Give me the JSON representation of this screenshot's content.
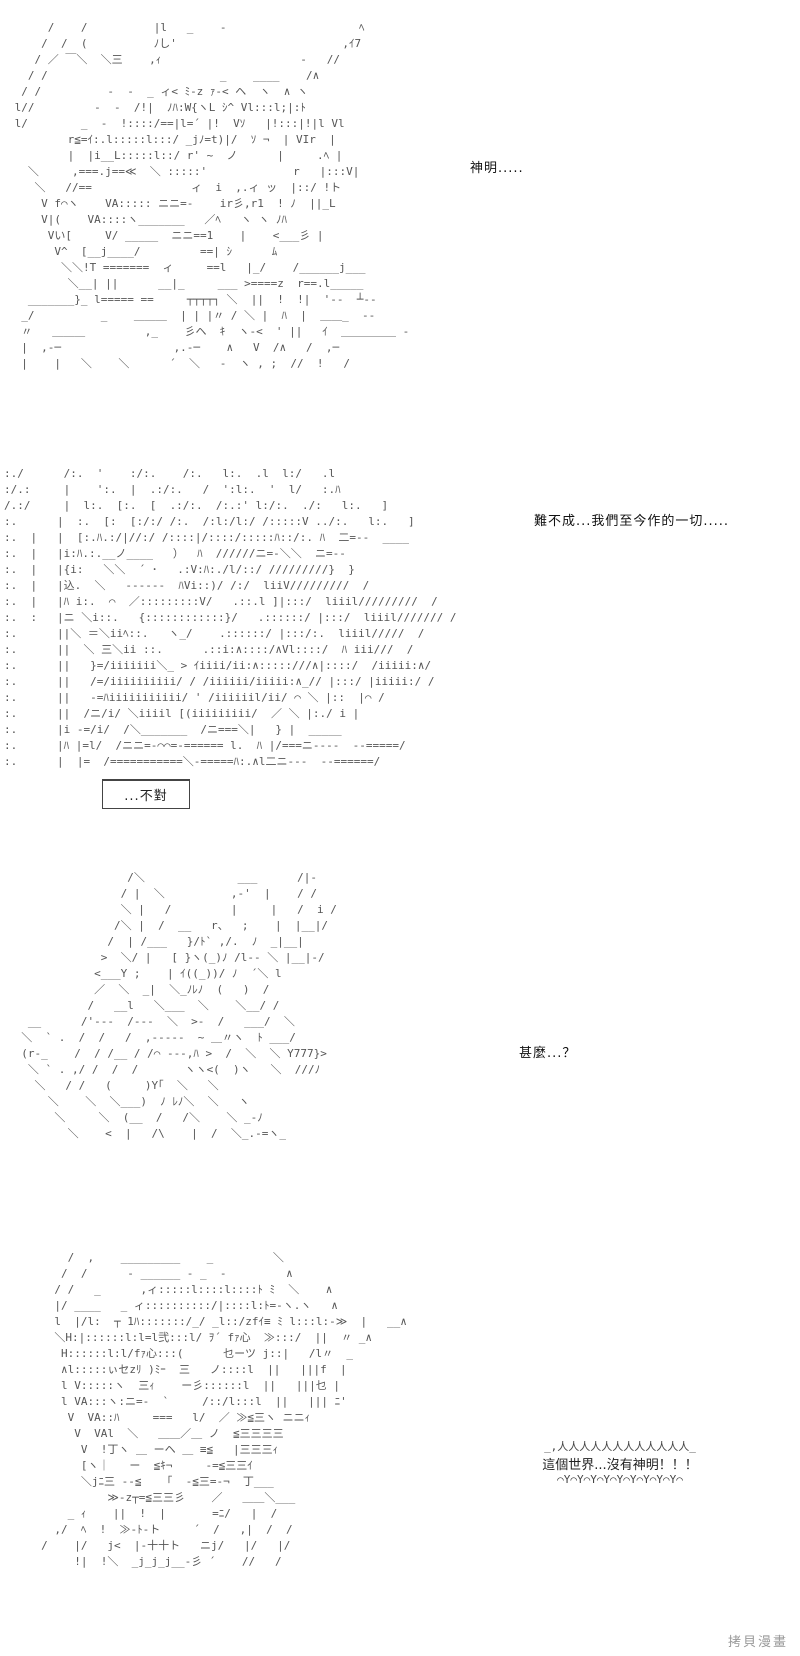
{
  "panels": [
    {
      "caption": "神明.....",
      "art": [
        "      /    /          |l   _    -                    ﾍ",
        "     /  /  (          ﾉし'                         ,ｲ7",
        "    / ／ ￣＼  ＼三    ,ｨ                     -   //",
        "   / /                          _    ____    /∧",
        "  / /          -  -  _ ィ< ﾐ-z ｧ-< ヘ  ヽ  ∧ ヽ",
        " l//         -  -  /!|  ﾉﾊ:W{ヽL ｼ^ Vl:::l;|:ﾄ",
        " l/        _  -  !::::/==|l=´ |!  Vｿ   |!:::|!|l Vl",
        "         r≦=ｲ:.l:::::l:::/ _jﾉ=t)|/  ｿ ¬  | VIr  |",
        "         |  |i__L:::::l::/ r' ~  ノ      |     .ﾍ |",
        "   ＼     ,===.j==≪  ＼ :::::'             r   |:::V|",
        "    ＼   //==               ィ  i  ,.ィ ッ  |::/ !ト",
        "     V f⌒ヽ    VA::::: ニニ=-    ir彡,r1  ! ﾉ  ||_L",
        "     V|(    VA::::ヽ_______   ／ﾍ   ヽ ヽ ﾉﾊ",
        "      Vい[     V/ _____  ニニ==1    |    <___彡 |",
        "       V^  [__j____/         ==| ｼ      ﾑ",
        "        ＼＼!T =======  ィ     ==l   |_/    /______j___",
        "         ＼__| ||      __|_     ___ >====z  r==.l_____",
        "   _______}_ l===== ==     ┬┬┬┬┐ ＼  ||  !  !|  '--  ┴--",
        "  _/          _    ＿＿＿  | | |〃 / ＼ |  ﾊ  |  ＿＿_  --",
        "  〃   ＿＿＿         ,_    彡ヘ  ｷ  ヽ-<  ' ||   ｲ  ＿＿＿＿＿ -",
        "  |  ,-─                 ,.-─    ∧   V  /∧   /  ,─",
        "  |    |   ＼    ＼      ´  ＼   -  ヽ , ;  //  !   /"
      ]
    },
    {
      "caption": "難不成...我們至今作的一切.....",
      "art": [
        ":./      /:.  '    :/:.    /:.   l:.  .l  l:/   .l",
        ":/.:     |    ':.  |  .:/:.   /  ':l:.  '  l/   :.ﾊ",
        "/.:/     |  l:.  [:.  [  .:/:.  /:.:' l:/:.  ./:   l:.   ]",
        ":.      |  :.  [:  [:/:/ /:.  /:l:/l:/ /:::::V ../:.   l:.   ]",
        ":.  |   |  [:.ﾊ.:/|//:/ /::::|/::::/:::::ﾊ::/:. ﾊ  二=--  ____",
        ":.  |   |i:ﾊ.:.__ノ____   ）  ﾊ  //////ニ=-＼＼  ニ=--",
        ":.  |   |{i:   ＼＼  ´ ･   .:V:ﾊ:./l/::/ /////////}  }",
        ":.  |   |込.  ＼   ------  ﾊVi::)/ /:/  liiV/////////  /",
        ":.  |   |ﾊ i:.  ⌒  ／:::::::::V/   .::.l ]|:::/  liiil/////////  /",
        ":.  :   |ニ ＼i::.   {::::::::::::}/   .::::::/ |:::/  liiil/////// /",
        ":.      ||＼ ＝＼iiﾍ::.   ヽ_/    .::::::/ |:::/:.  liiil/////  /",
        ":.      ||  ＼ 三＼ii ::.      .::i:∧::::/∧Vl::::/  ﾊ iii///  /",
        ":.      ||   }=/iiiiiii＼_ > ｲiiii/ii:∧:::::///∧|::::/  /iiiii:∧/",
        ":.      ||   /=/iiiiiiiiii/ / /iiiiii/iiiii:∧_// |:::/ |iiiii:/ /",
        ":.      ||   -=ﾊiiiiiiiiiii/ ' /iiiiiil/ii/ ⌒ ＼ |::  |⌒ /",
        ":.      ||  /ニ/i/ ＼iiiil [(iiiiiiiii/  ／ ＼ |:./ i |",
        ":.      |i -=/i/  /＼_______  /ニ===＼|   } |  _____",
        ":.      |ﾊ |=l/  /ニニ=-⌒⌒=-====== l.  ﾊ |/===ニ----  --=====/",
        ":.      |  |=  /===========＼-=====ﾊ:.∧l二ニ---  --======/"
      ]
    },
    {
      "caption": "甚麼...？",
      "box": "...不對",
      "art": [
        "                  /＼              ___      /|-",
        "                 / |  ＼          ,-'  |    / /",
        "                 ＼ |   /         |     |   /  i /",
        "                /＼ |  /  __   r、  ;    |  |__|/",
        "               /  | /___   }/ﾄ` ,/.  ﾉ  _|__|",
        "              >  ＼/ |   [ }ヽ(_)ﾉ /l-- ＼ |__|-/",
        "             <___Y ;    | ｲ((_))/ ﾉ  ´＼ l",
        "             ／  ＼  _|  ＼_ﾉﾚﾉ  (   )  /",
        "            /   __l   ＼___  ＼    ＼__/ /",
        "   __      /'---  /---  ＼  >-  /   ___/  ＼",
        "  ＼  ` .  /  /   /  ,-----  ~ ＿〃ヽ  ﾄ ___/",
        "  (r-_    /  / /__ / /⌒ ---,ﾊ >  /  ＼  ＼ Y777}>",
        "   ＼ ` . ,/ /  /  /       ヽヽ<(  )ヽ   ＼  ///ﾉ",
        "    ＼   / /   (     )Y｢  ＼   ＼",
        "      ＼    ＼  ＼___)  ﾉ ﾚﾉ＼  ＼   ヽ",
        "       ＼     ＼  (__  /   /＼    ＼ _-ﾉ",
        "         ＼    <  |   /\\    |  /  ＼_.-=ヽ_"
      ]
    },
    {
      "bubble_top": "_,人人人人人人人人人人人人_",
      "bubble_text": "這個世界...沒有神明！！！",
      "bubble_bottom": "⌒Y⌒Y⌒Y⌒Y⌒Y⌒Y⌒Y⌒Y⌒Y⌒",
      "art": [
        "         /  ,    _________    _         ＼",
        "        /  /      - ______ - _  -         ∧",
        "       / /   _      ,ィ:::::l::::l::::ﾄ ﾐ  ＼    ∧",
        "       |/ ____   _ ィ::::::::::/|::::l:ﾄ=-ヽ.ヽ   ∧",
        "       l  |/l:  ┬ 1ﾊ:::::::/_/ _l::/zfｲ≡ ﾐ l:::l:-≫  |   __∧",
        "       ＼H:|::::::l:l=l弐:::l/ ｦ´ fｧ心  ≫:::/  ||  〃 _∧",
        "        H::::::l:l/fｧ心:::(      乜ーツ j::|   /l〃  _",
        "        ∧l:::::ぃセzﾘ )ﾐｰ  三   ノ::::l  ||   |||f  |",
        "        l V:::::ヽ  三ｨ    ー彡::::::l  ||   |||乜 |",
        "        l VA:::ヽ:ニ=-  `     /::/l:::l  ||   ||| ﾆ'",
        "         V  VA::ﾊ     ===   l/  ／ ≫≦三ヽ ニニｨ",
        "          V  VAl  ＼   ＿＿／＿ ノ  ≦三三三三",
        "           V  !丁ヽ ＿ ーヘ ＿ ≡≦   |三三三ｨ",
        "           [ヽ｜   ー  ≦ｷ¬     -=≦三三ｲ",
        "           ＼jﾆ三 --≦   「  -≦三=-¬  丁___",
        "               ≫-z┬=≦三三彡    ／   ＿＿＼___",
        "         _ ｨ    ||  !  |       =ﾆ/   |  /",
        "       ,/  ﾍ  !  ≫-ﾄ-ト     ´  /   ,|  /  /",
        "     /    |/   j<  |-十十ト   ニj/   |/   |/",
        "          !|  !＼  _j_j_j__-彡 ´    //   /"
      ]
    }
  ],
  "watermark": "拷貝漫畫"
}
